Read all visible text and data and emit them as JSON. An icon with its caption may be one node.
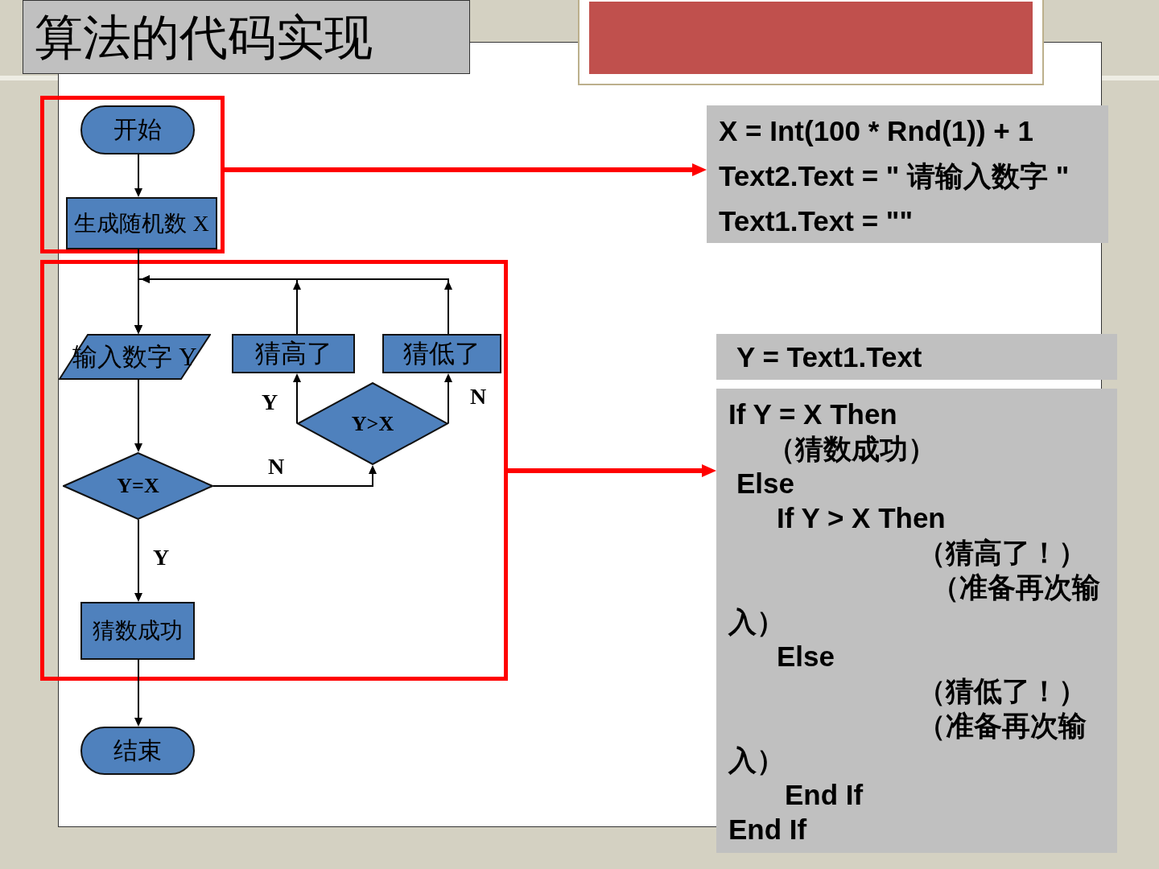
{
  "diagram": {
    "title": "算法的代码实现",
    "nodes": [
      {
        "text": [],
        "shape": "box"
      },
      {
        "text": [
          "开始"
        ],
        "in": 0
      },
      {
        "text": [
          "生成随机数 X"
        ],
        "in": 0
      },
      {
        "text": [
          "X = Int(100 * Rnd(1)) + 1",
          "Text2.Text = \" 请输入数字 \"",
          "Text1.Text = \"\""
        ]
      },
      {
        "text": [],
        "shape": "box"
      },
      {
        "text": [
          "输入数字 Y"
        ],
        "in": 4
      },
      {
        "text": [
          "猜高了"
        ],
        "in": 4
      },
      {
        "text": [
          "猜低了"
        ],
        "in": 4
      },
      {
        "text": [
          "Y>X"
        ],
        "in": 4
      },
      {
        "text": [
          "Y=X"
        ],
        "in": 4
      },
      {
        "text": [
          "猜数成功"
        ],
        "in": 4
      },
      {
        "text": [
          "Y = Text1.Text"
        ]
      },
      {
        "text": [
          "If Y = X Then",
          "（猜数成功）",
          "Else",
          "If Y > X Then",
          "（猜高了！）",
          "（准备再次输入）",
          "Else",
          "（猜低了！）",
          "（准备再次输入）",
          "End If",
          "End If"
        ]
      },
      {
        "text": [
          "结束"
        ]
      }
    ],
    "edges": [
      {
        "from": 1,
        "to": 2,
        "arrow": "to"
      },
      {
        "from": 0,
        "to": 3,
        "arrow": "to",
        "style": "thick",
        "color": "#ff0000"
      },
      {
        "from": 2,
        "to": 5,
        "arrow": "to"
      },
      {
        "from": 6,
        "to": 5,
        "arrow": "to"
      },
      {
        "from": 7,
        "to": 5,
        "arrow": "to"
      },
      {
        "from": 5,
        "to": 9,
        "arrow": "to"
      },
      {
        "from": 9,
        "to": 8,
        "arrow": "to",
        "label": "N"
      },
      {
        "from": 8,
        "to": 6,
        "arrow": "to",
        "label": "Y"
      },
      {
        "from": 8,
        "to": 7,
        "arrow": "to",
        "label": "N"
      },
      {
        "from": 9,
        "to": 10,
        "arrow": "to",
        "label": "Y"
      },
      {
        "from": 10,
        "to": 13,
        "arrow": "to"
      },
      {
        "from": 4,
        "to": 12,
        "arrow": "to",
        "style": "thick",
        "color": "#ff0000"
      }
    ]
  }
}
